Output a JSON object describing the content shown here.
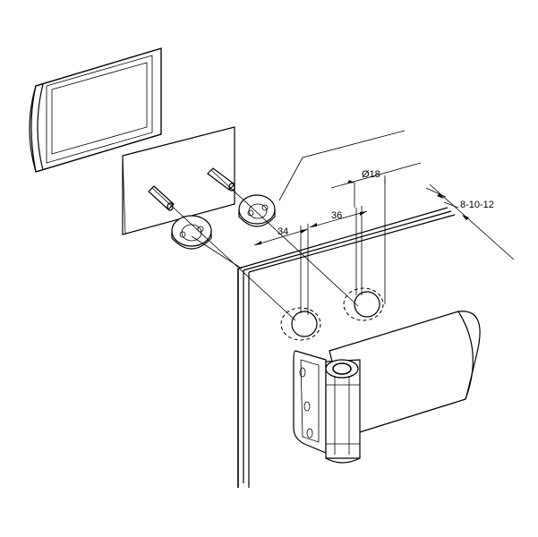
{
  "dimensions": {
    "hole_diameter": "Ø18",
    "spacing_outer": "34",
    "spacing_inner": "36",
    "frame_offset": "8-10-12"
  },
  "colors": {
    "line": "#000000",
    "background": "#ffffff"
  }
}
